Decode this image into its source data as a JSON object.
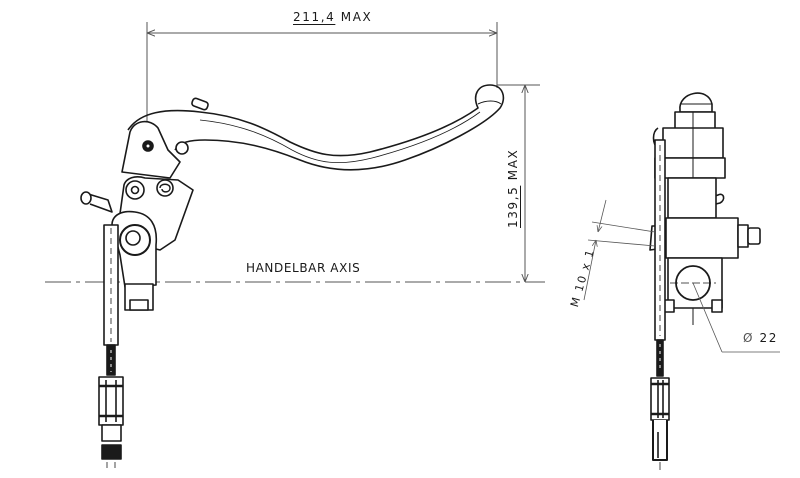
{
  "drawing": {
    "title": "Brake lever master cylinder dimension drawing",
    "views": [
      "side-view",
      "front-view"
    ],
    "line_color": "#1a1a1a",
    "dim_line_color": "#555555"
  },
  "dimensions": {
    "overall_length": {
      "value": "211,4",
      "suffix": "MAX"
    },
    "overall_height": {
      "value": "139,5",
      "suffix": "MAX"
    },
    "thread": {
      "label": "M 10 x 1"
    },
    "bar_diameter": {
      "symbol": "Ø",
      "value": "22"
    }
  },
  "labels": {
    "axis": "HANDELBAR AXIS"
  }
}
